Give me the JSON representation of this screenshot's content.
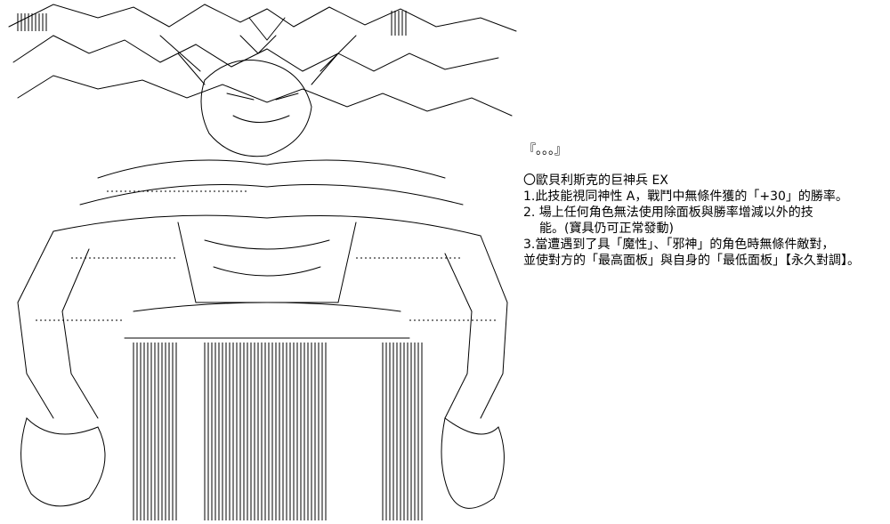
{
  "skill_card": {
    "header": "『。。。』",
    "title": "〇歐貝利斯克的巨神兵 EX",
    "lines": [
      "1.此技能視同神性 A，戰鬥中無條件獲的「+30」的勝率。",
      "2. 場上任何角色無法使用除面板與勝率增減以外的技",
      "能。(寶具仍可正常發動)",
      "3.當遭遇到了具「魔性」、「邪神」的角色時無條件敵對，",
      "並使對方的「最高面板」與自身的「最低面板」【永久對調】。"
    ]
  }
}
